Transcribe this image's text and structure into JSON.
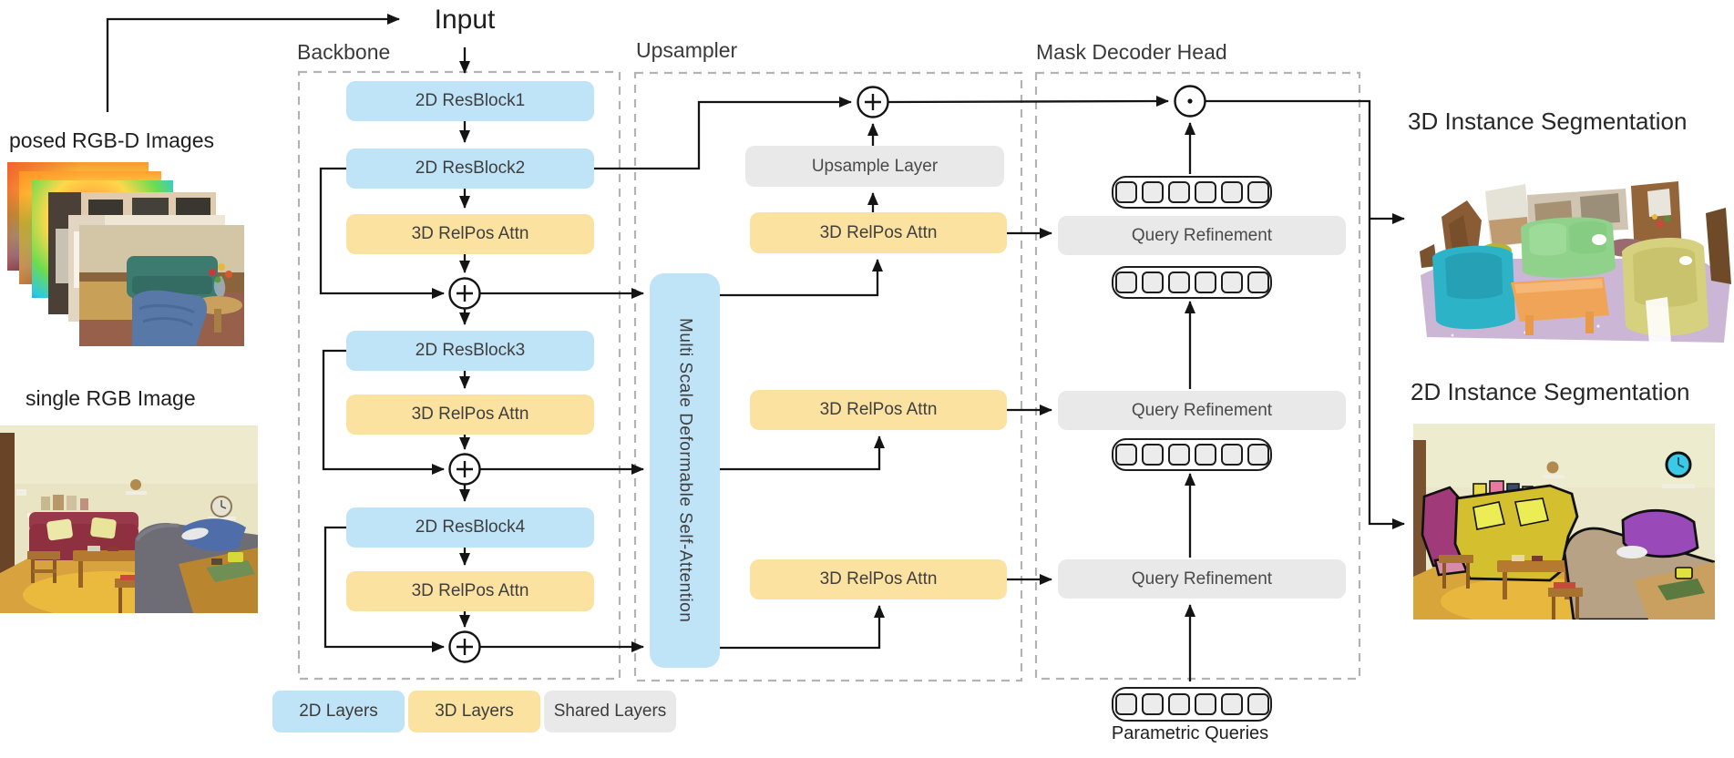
{
  "labels": {
    "input": "Input",
    "backbone": "Backbone",
    "upsampler": "Upsampler",
    "mask_decoder": "Mask Decoder Head",
    "posed_images": "posed RGB-D Images",
    "single_image": "single RGB Image",
    "seg_3d": "3D Instance Segmentation",
    "seg_2d": "2D Instance Segmentation",
    "parametric_queries": "Parametric Queries"
  },
  "backbone": {
    "blocks": [
      {
        "label": "2D ResBlock1",
        "type": "2d"
      },
      {
        "label": "2D ResBlock2",
        "type": "2d"
      },
      {
        "label": "3D RelPos Attn",
        "type": "3d"
      },
      {
        "label": "2D ResBlock3",
        "type": "2d"
      },
      {
        "label": "3D RelPos Attn",
        "type": "3d"
      },
      {
        "label": "2D ResBlock4",
        "type": "2d"
      },
      {
        "label": "3D RelPos Attn",
        "type": "3d"
      }
    ]
  },
  "upsampler": {
    "msda_label": "Multi Scale Deformable Self-Attention",
    "upsample_label": "Upsample Layer",
    "attn_labels": [
      "3D RelPos Attn",
      "3D RelPos Attn",
      "3D RelPos Attn"
    ]
  },
  "mask_decoder": {
    "refine_labels": [
      "Query Refinement",
      "Query Refinement",
      "Query Refinement"
    ],
    "tokens_per_row": 6,
    "token_rows": 4
  },
  "operators": {
    "add_symbol": "circled-plus",
    "add_count": 4,
    "dot_symbol": "circled-dot",
    "dot_count": 1
  },
  "legend": [
    {
      "label": "2D Layers",
      "color": "#bfe3f7"
    },
    {
      "label": "3D Layers",
      "color": "#fbe2a0"
    },
    {
      "label": "Shared Layers",
      "color": "#e9e9e9"
    }
  ],
  "colors": {
    "layer_2d": "#bfe3f7",
    "layer_3d": "#fbe2a0",
    "layer_shared": "#e9e9e9",
    "line": "#141414",
    "dashed_border": "#b3b3b3"
  }
}
